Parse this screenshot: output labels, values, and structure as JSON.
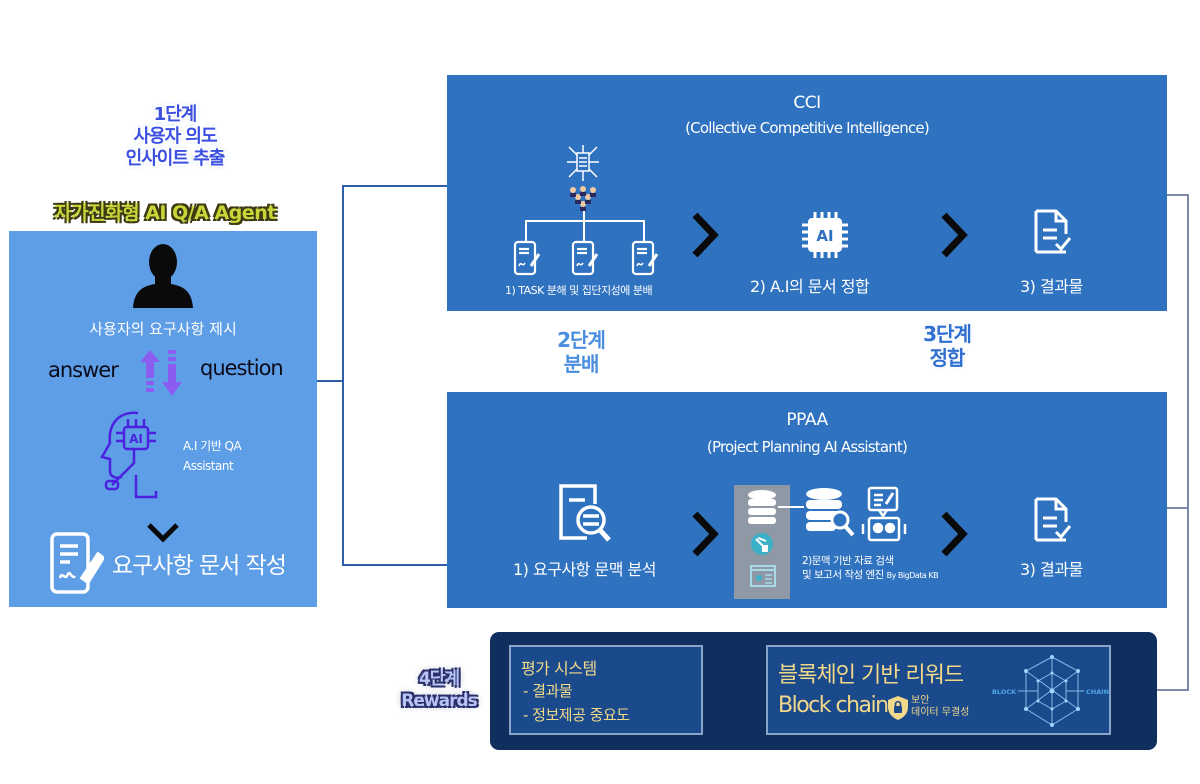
{
  "stage1": {
    "lines": [
      "1단계",
      "사용자 의도",
      "인사이트 추출"
    ],
    "agent_title": "자가진화형 AI Q/A Agent"
  },
  "left_panel": {
    "requirement_text": "사용자의 요구사항 제시",
    "answer_label": "answer",
    "question_label": "question",
    "assistant_label_line1": "A.I 기반 QA",
    "assistant_label_line2": "Assistant",
    "document_label": "요구사항 문서 작성"
  },
  "stage2": {
    "lines": [
      "2단계",
      "분배"
    ]
  },
  "stage3": {
    "lines": [
      "3단계",
      "정합"
    ]
  },
  "cci": {
    "title": "CCI",
    "subtitle": "(Collective Competitive Intelligence)",
    "step1": "1) TASK 분해 및 집단지성에 분배",
    "step2": "2) A.I의 문서 정합",
    "step3": "3) 결과물",
    "chip_text": "AI"
  },
  "ppaa": {
    "title": "PPAA",
    "subtitle": "(Project Planning AI Assistant)",
    "step1": "1) 요구사항 문맥 분석",
    "step2_line1": "2)문맥 기반 자료 검색",
    "step2_line2": "및 보고서 작성 엔진",
    "step2_note": "By BigData KB",
    "step3": "3) 결과물"
  },
  "stage4": {
    "lines": [
      "4단계",
      "Rewards"
    ]
  },
  "evaluation": {
    "title": "평가 시스템",
    "items": [
      "- 결과물",
      "- 정보제공 중요도"
    ]
  },
  "blockchain": {
    "title": "블록체인 기반 리워드",
    "subtitle": "Block chain",
    "badge_line1": "보안",
    "badge_line2": "데이터 무결성",
    "graphic_left": "BLOCK",
    "graphic_right": "CHAIN"
  },
  "colors": {
    "panel_blue": "#2f72c0",
    "left_panel_blue": "#5e9ee6",
    "reward_navy": "#102e5e",
    "gold_text": "#f2d889"
  }
}
